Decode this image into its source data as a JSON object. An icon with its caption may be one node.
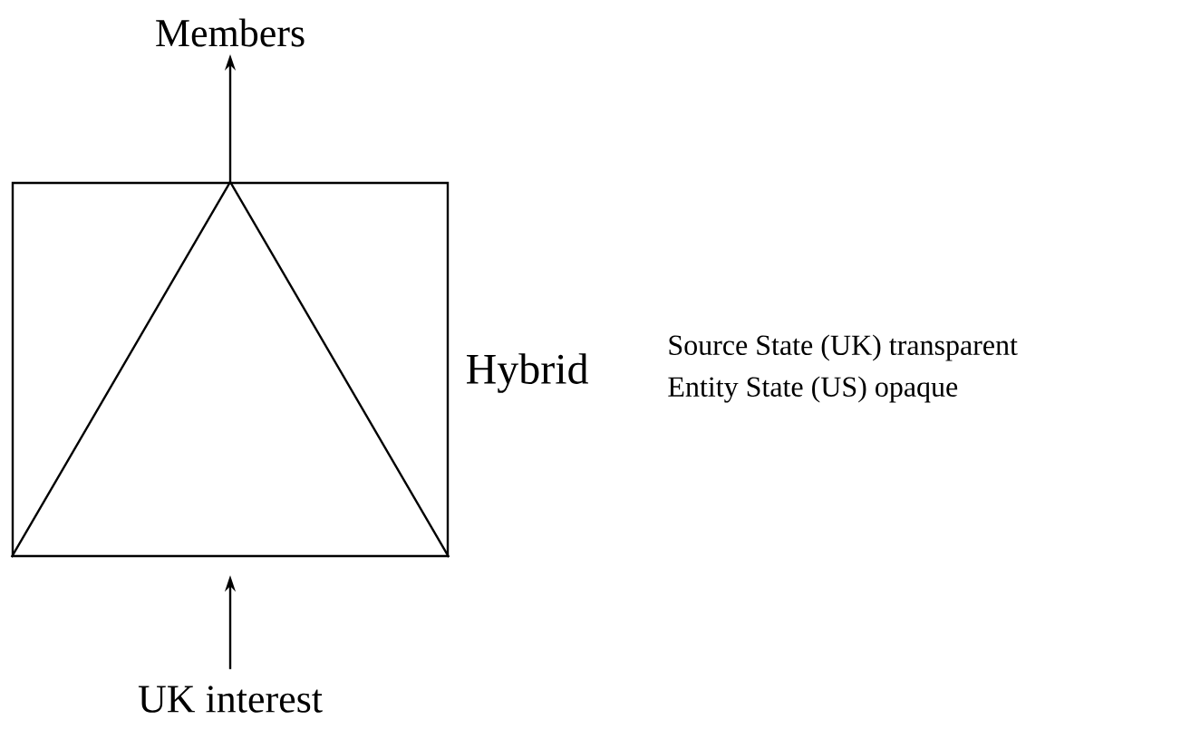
{
  "diagram": {
    "nodes": [
      {
        "text": [],
        "shape": "box",
        "beside": [
          "Hybrid"
        ]
      },
      {
        "text": [
          "Members"
        ]
      },
      {
        "text": [
          "UK interest"
        ]
      }
    ],
    "edges": [
      {
        "from": 0,
        "to": 1,
        "arrow": "to"
      },
      {
        "from": 2,
        "to": 0,
        "arrow": "to"
      }
    ],
    "labels": [
      "Source State (UK) transparent",
      "Entity State (US) opaque"
    ]
  }
}
